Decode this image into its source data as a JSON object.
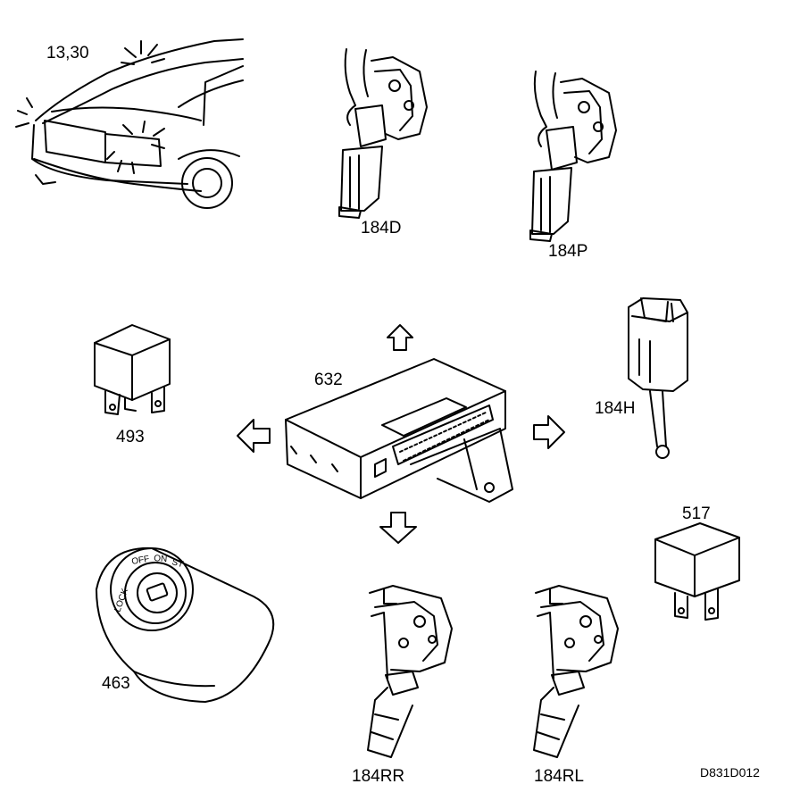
{
  "figure_code": "D831D012",
  "callouts": {
    "car": "13,30",
    "lock_driver": "184D",
    "lock_passenger": "184P",
    "control_module": "632",
    "relay_left": "493",
    "lock_hatch": "184H",
    "relay_right": "517",
    "ignition_switch": "463",
    "lock_rear_right": "184RR",
    "lock_rear_left": "184RL"
  },
  "ignition_positions": [
    "LOCK",
    "OFF",
    "ON",
    "ST"
  ],
  "colors": {
    "line": "#000000",
    "background": "#ffffff"
  }
}
